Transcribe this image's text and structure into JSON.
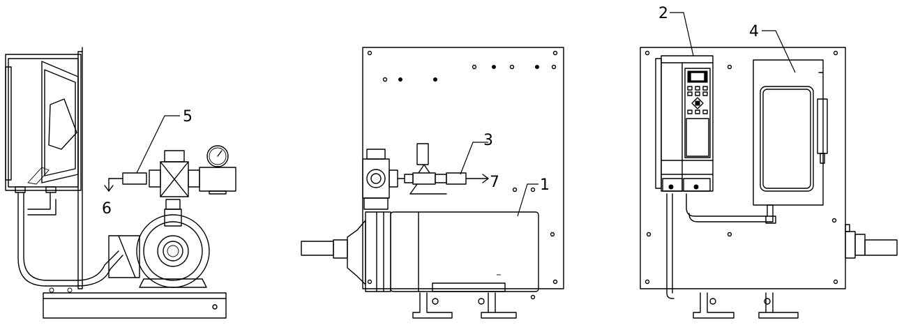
{
  "callouts": {
    "c1": "1",
    "c2": "2",
    "c3": "3",
    "c4": "4",
    "c5": "5",
    "c6": "6",
    "c7": "7"
  }
}
